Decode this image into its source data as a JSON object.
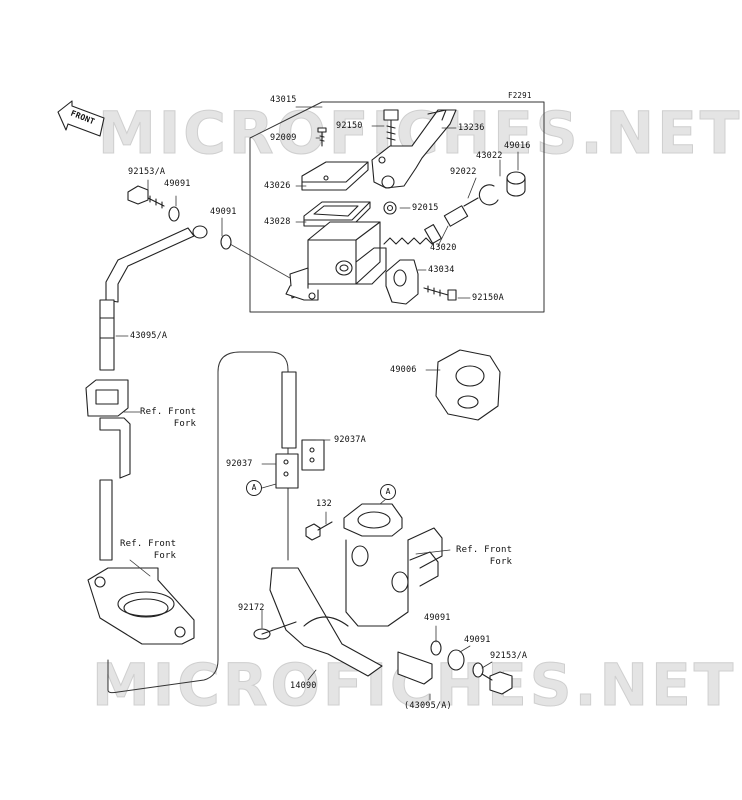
{
  "figure_code": "F2291",
  "watermark_text": "MICROFICHES.NET",
  "front_label": "FRONT",
  "ref_front_fork": "Ref. Front\nFork",
  "circle_marker": "A",
  "parts": {
    "p43015": "43015",
    "p92009": "92009",
    "p92150": "92150",
    "p13236": "13236",
    "p43022": "43022",
    "p49016": "49016",
    "p92022": "92022",
    "p92015": "92015",
    "p43026": "43026",
    "p43028": "43028",
    "p43020": "43020",
    "p43034": "43034",
    "p92150A": "92150A",
    "p92153A_top": "92153/A",
    "p49091_top1": "49091",
    "p49091_top2": "49091",
    "p43095A": "43095/A",
    "p49006": "49006",
    "p92037A": "92037A",
    "p92037": "92037",
    "p132": "132",
    "p92172": "92172",
    "p14090": "14090",
    "p49091_bot1": "49091",
    "p49091_bot2": "49091",
    "p92153A_bot": "92153/A",
    "p43095A_paren": "(43095/A)"
  }
}
